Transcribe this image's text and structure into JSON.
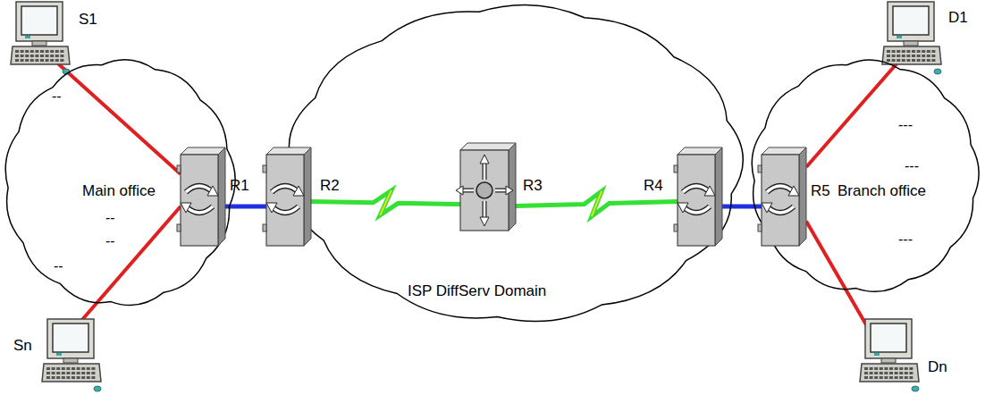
{
  "diagram": {
    "nodes": [
      {
        "text": [
          "S1"
        ]
      },
      {
        "text": [
          "D1"
        ]
      },
      {
        "text": [
          "Main office"
        ]
      },
      {
        "text": [
          "R1"
        ],
        "in": 2
      },
      {
        "text": [
          "ISP DiffServ Domain"
        ]
      },
      {
        "text": [
          "R2"
        ],
        "in": 4
      },
      {
        "text": [
          "R3"
        ],
        "in": 4
      },
      {
        "text": [
          "R4"
        ],
        "in": 4
      },
      {
        "text": [
          "Branch office"
        ]
      },
      {
        "text": [
          "R5"
        ],
        "in": 8
      },
      {
        "text": [
          "Sn"
        ]
      },
      {
        "text": [
          "Dn"
        ]
      }
    ],
    "edges": [
      {
        "from": 0,
        "to": 3,
        "arrow": "none"
      },
      {
        "from": 10,
        "to": 3,
        "arrow": "none"
      },
      {
        "from": 3,
        "to": 5,
        "arrow": "none"
      },
      {
        "from": 5,
        "to": 6,
        "arrow": "none"
      },
      {
        "from": 6,
        "to": 7,
        "arrow": "none"
      },
      {
        "from": 7,
        "to": 9,
        "arrow": "none"
      },
      {
        "from": 9,
        "to": 1,
        "arrow": "none"
      },
      {
        "from": 9,
        "to": 11,
        "arrow": "none"
      }
    ],
    "labels": [
      "--",
      "--",
      "--",
      "--",
      "---",
      "---",
      "---"
    ]
  }
}
